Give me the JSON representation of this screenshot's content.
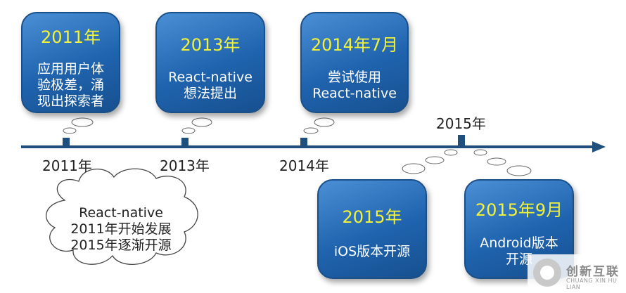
{
  "cards": [
    {
      "year": "2011年",
      "desc": "应用用户体\n验极差，涌\n现出探索者"
    },
    {
      "year": "2013年",
      "desc": "React-native\n想法提出"
    },
    {
      "year": "2014年7月",
      "desc": "尝试使用\nReact-native"
    },
    {
      "year": "2015年",
      "desc": "iOS版本开源"
    },
    {
      "year": "2015年9月",
      "desc": "Android版本\n开源"
    }
  ],
  "axis_labels": [
    "2011年",
    "2013年",
    "2014年",
    "2015年"
  ],
  "cloud_text": "React-native\n2011年开始发展\n2015年逐渐开源",
  "watermark": {
    "name_cn": "创新互联",
    "name_en": "CHUANG XIN HU LIAN"
  },
  "colors": {
    "card": "#1f63ae",
    "year_text": "#f2f23a",
    "axis": "#1e4f7d"
  }
}
